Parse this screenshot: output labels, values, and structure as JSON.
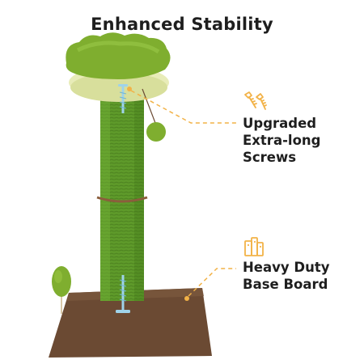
{
  "header": {
    "title": "Enhanced Stability"
  },
  "callouts": [
    {
      "lines": [
        "Upgraded",
        "Extra-long",
        "Screws"
      ],
      "icon": "screws-icon"
    },
    {
      "lines": [
        "Heavy Duty",
        "Base Board"
      ],
      "icon": "board-icon"
    }
  ],
  "colors": {
    "accent": "#f2b247",
    "sisal_green": "#5e9a2a",
    "plush_green": "#7fae2f",
    "base_brown": "#6b4a33",
    "screw_blue": "#9fd3ea",
    "text": "#1e1e1e"
  }
}
